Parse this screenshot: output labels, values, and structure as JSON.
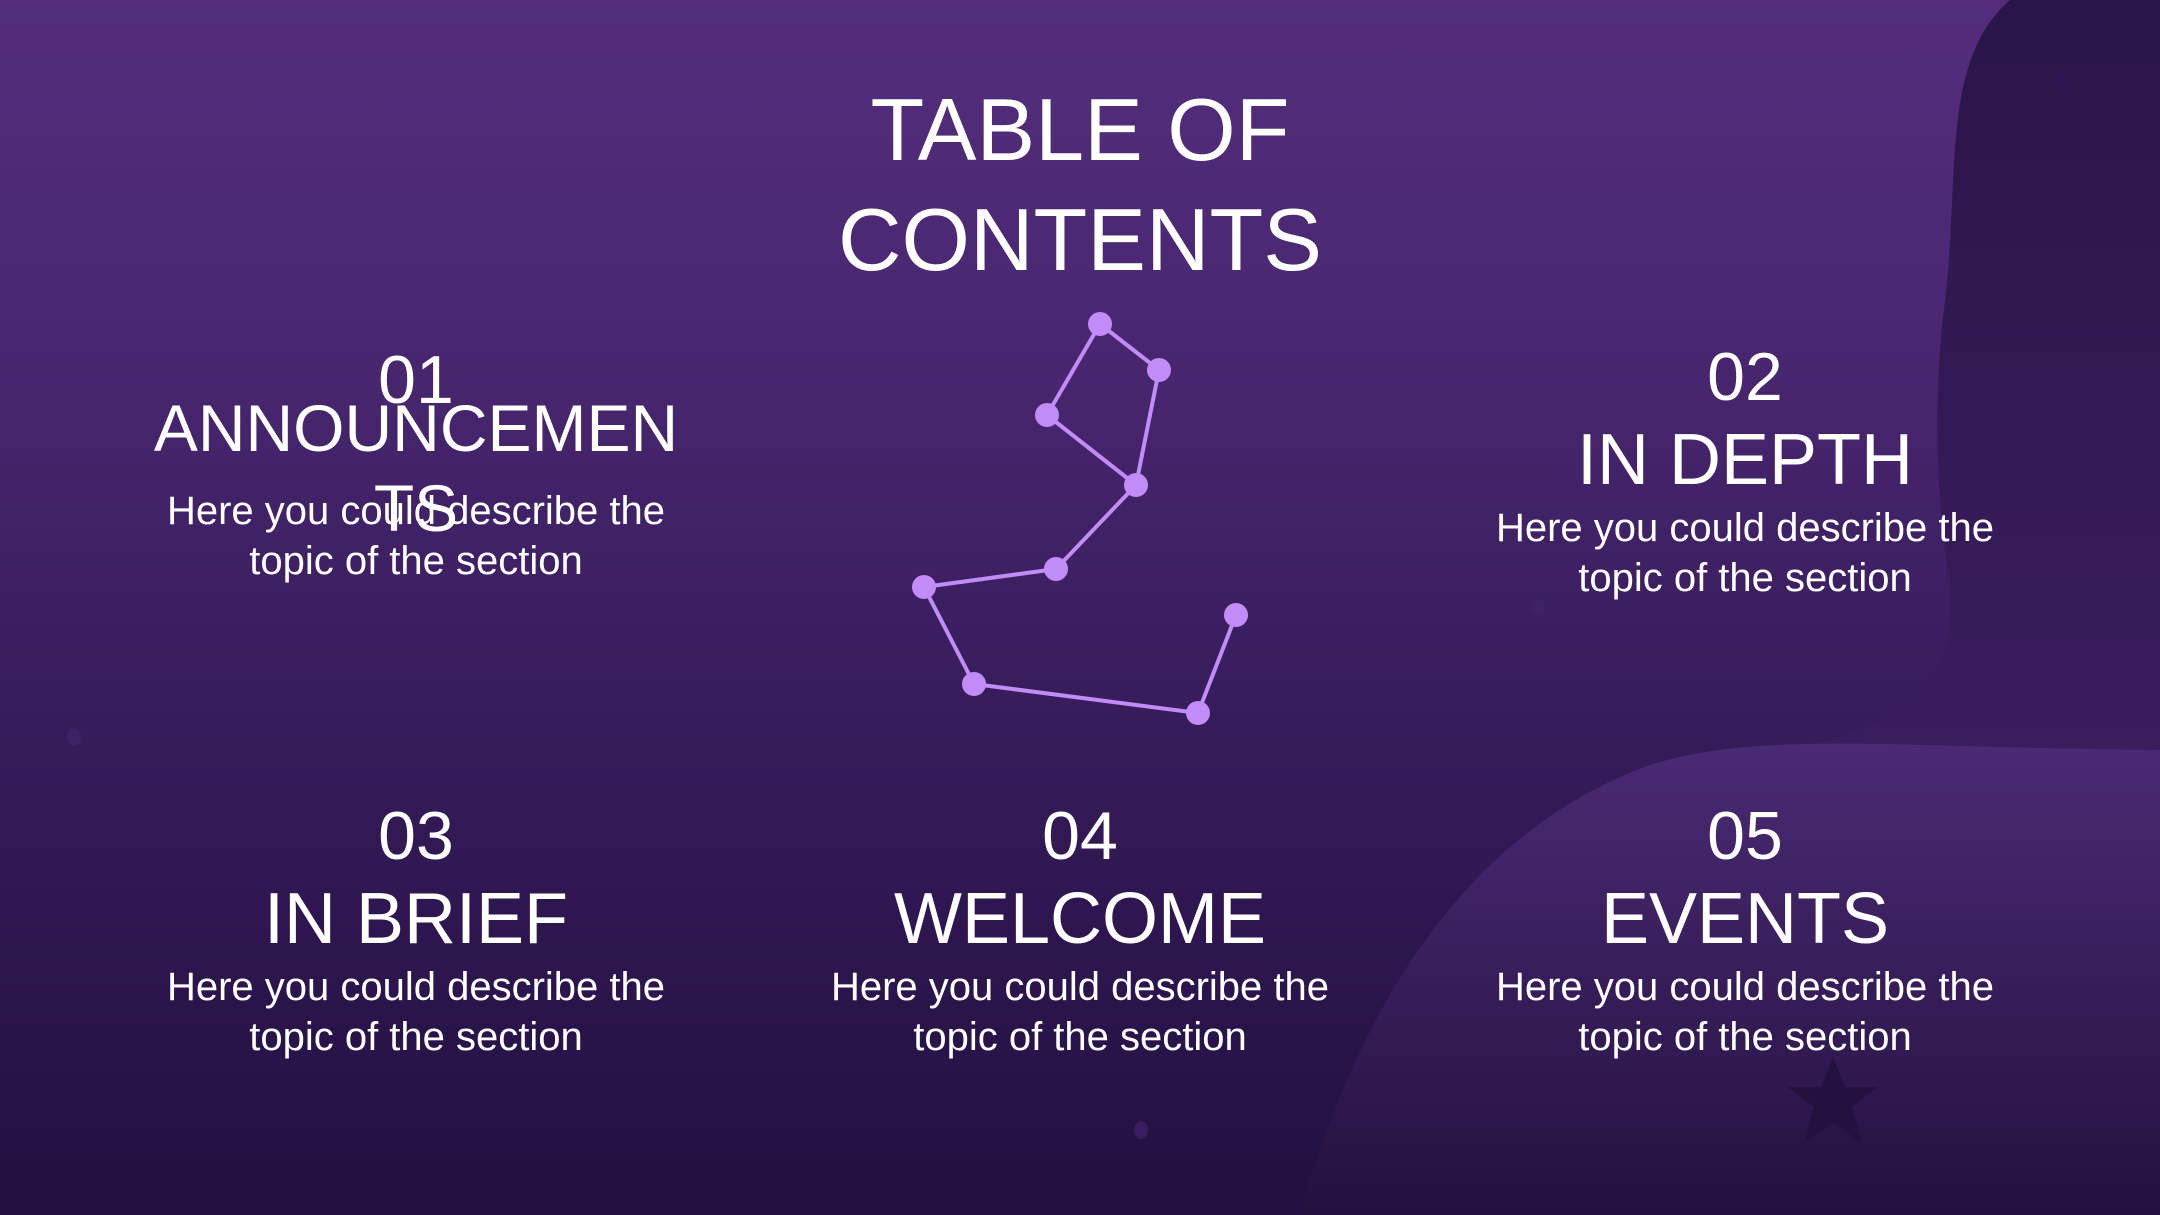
{
  "slide": {
    "title": "TABLE OF CONTENTS",
    "colors": {
      "accent": "#c18cf7",
      "text": "#ffffff",
      "bg_top": "#532d7c",
      "bg_bottom": "#221040"
    }
  },
  "sections": [
    {
      "number": "01",
      "heading": "ANNOUNCEMENTS",
      "description": "Here you could describe the topic of the section"
    },
    {
      "number": "02",
      "heading": "IN DEPTH",
      "description": "Here you could describe the topic of the section"
    },
    {
      "number": "03",
      "heading": "IN BRIEF",
      "description": "Here you could describe the topic of the section"
    },
    {
      "number": "04",
      "heading": "WELCOME",
      "description": "Here you could describe the topic of the section"
    },
    {
      "number": "05",
      "heading": "EVENTS",
      "description": "Here you could describe the topic of the section"
    }
  ],
  "decor": {
    "constellation_icon": "constellation-icon",
    "star_icon": "star-icon"
  }
}
